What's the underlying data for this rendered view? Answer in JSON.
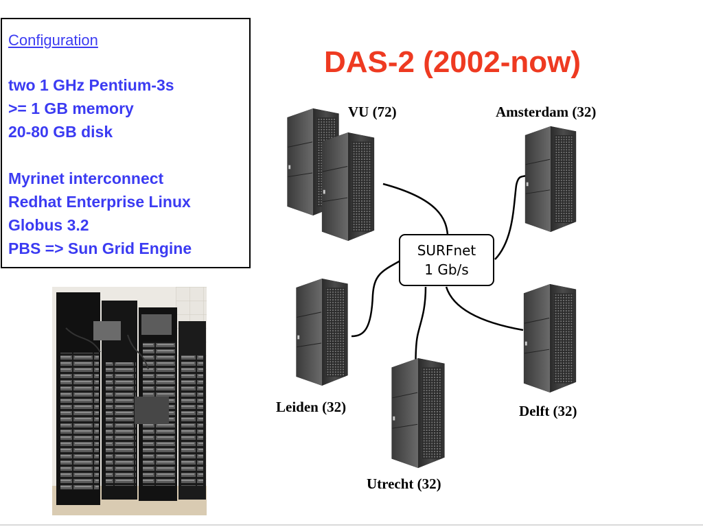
{
  "config": {
    "title": "Configuration",
    "lines": [
      "two 1 GHz Pentium-3s",
      ">= 1 GB memory",
      "20-80 GB disk",
      "",
      "Myrinet interconnect",
      "Redhat Enterprise Linux",
      "Globus 3.2",
      "PBS => Sun Grid Engine"
    ]
  },
  "slide_title": "DAS-2 (2002-now)",
  "hub": {
    "line1": "SURFnet",
    "line2": "1 Gb/s"
  },
  "sites": {
    "vu": "VU  (72)",
    "amsterdam": "Amsterdam (32)",
    "leiden": "Leiden (32)",
    "utrecht": "Utrecht (32)",
    "delft": "Delft (32)"
  },
  "colors": {
    "config_text": "#3b3bf2",
    "title": "#ee3a21"
  }
}
